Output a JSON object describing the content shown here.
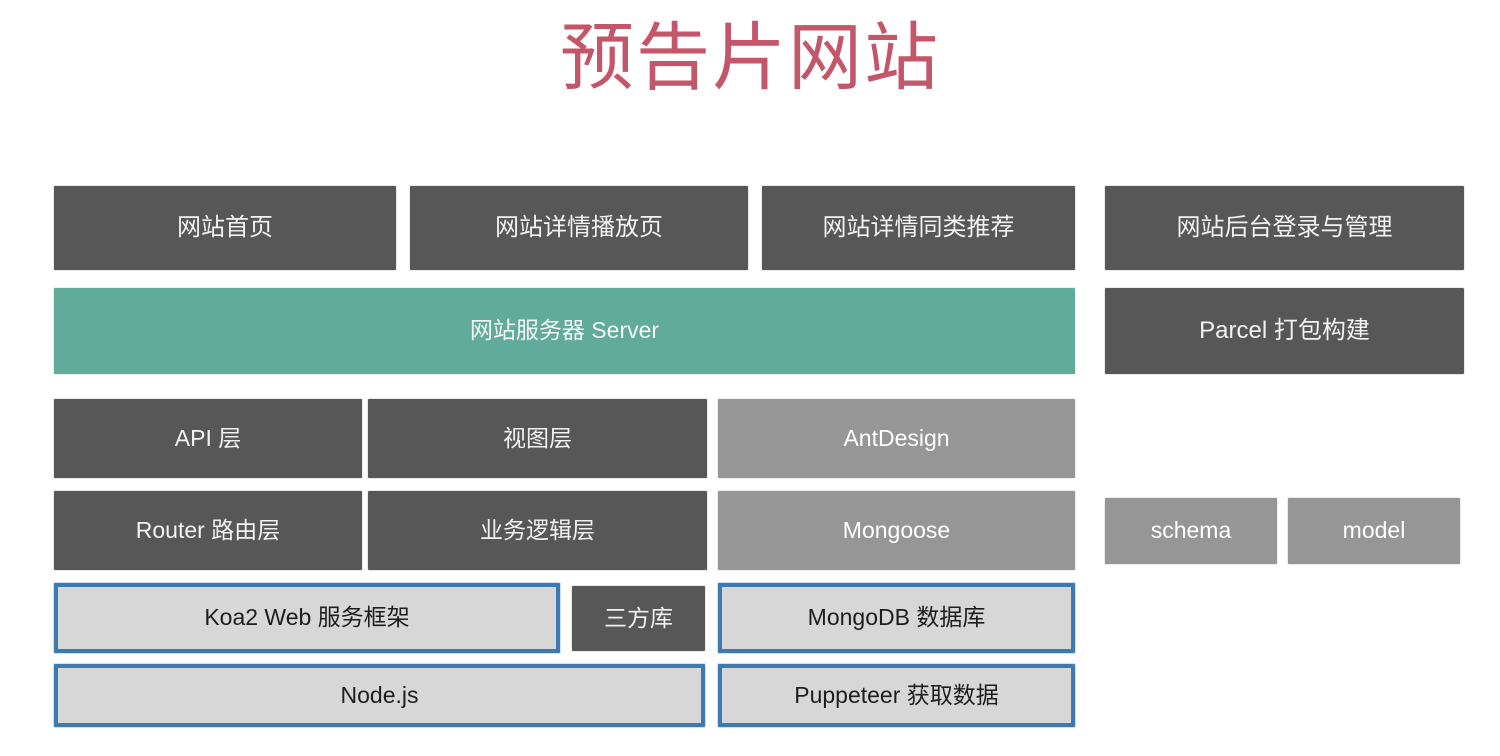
{
  "page": {
    "title": "预告片网站",
    "title_color": "#c4566a",
    "background": "#ffffff"
  },
  "palette": {
    "dark_gray": "#575757",
    "mid_gray": "#969696",
    "green": "#60ab99",
    "light_gray": "#d7d7d7",
    "blue_border": "#3d7ab0",
    "text_light": "#f2f2f2",
    "text_dark": "#1d1d1d"
  },
  "diagram": {
    "rows": {
      "pages": [
        {
          "label": "网站首页",
          "style": "dark"
        },
        {
          "label": "网站详情播放页",
          "style": "dark"
        },
        {
          "label": "网站详情同类推荐",
          "style": "dark"
        },
        {
          "label": "网站后台登录与管理",
          "style": "dark"
        }
      ],
      "server": [
        {
          "label": "网站服务器  Server",
          "style": "green"
        },
        {
          "label": "Parcel 打包构建",
          "style": "dark"
        }
      ],
      "layer_api": [
        {
          "label": "API 层",
          "style": "dark"
        },
        {
          "label": "视图层",
          "style": "dark"
        },
        {
          "label": "AntDesign",
          "style": "mid"
        }
      ],
      "layer_router": [
        {
          "label": "Router 路由层",
          "style": "dark"
        },
        {
          "label": "业务逻辑层",
          "style": "dark"
        },
        {
          "label": "Mongoose",
          "style": "mid"
        },
        {
          "label": "schema",
          "style": "mid"
        },
        {
          "label": "model",
          "style": "mid"
        }
      ],
      "layer_framework": [
        {
          "label": "Koa2 Web 服务框架",
          "style": "outline"
        },
        {
          "label": "三方库",
          "style": "dark"
        },
        {
          "label": "MongoDB 数据库",
          "style": "outline"
        }
      ],
      "layer_runtime": [
        {
          "label": "Node.js",
          "style": "outline"
        },
        {
          "label": "Puppeteer 获取数据",
          "style": "outline"
        }
      ]
    }
  }
}
